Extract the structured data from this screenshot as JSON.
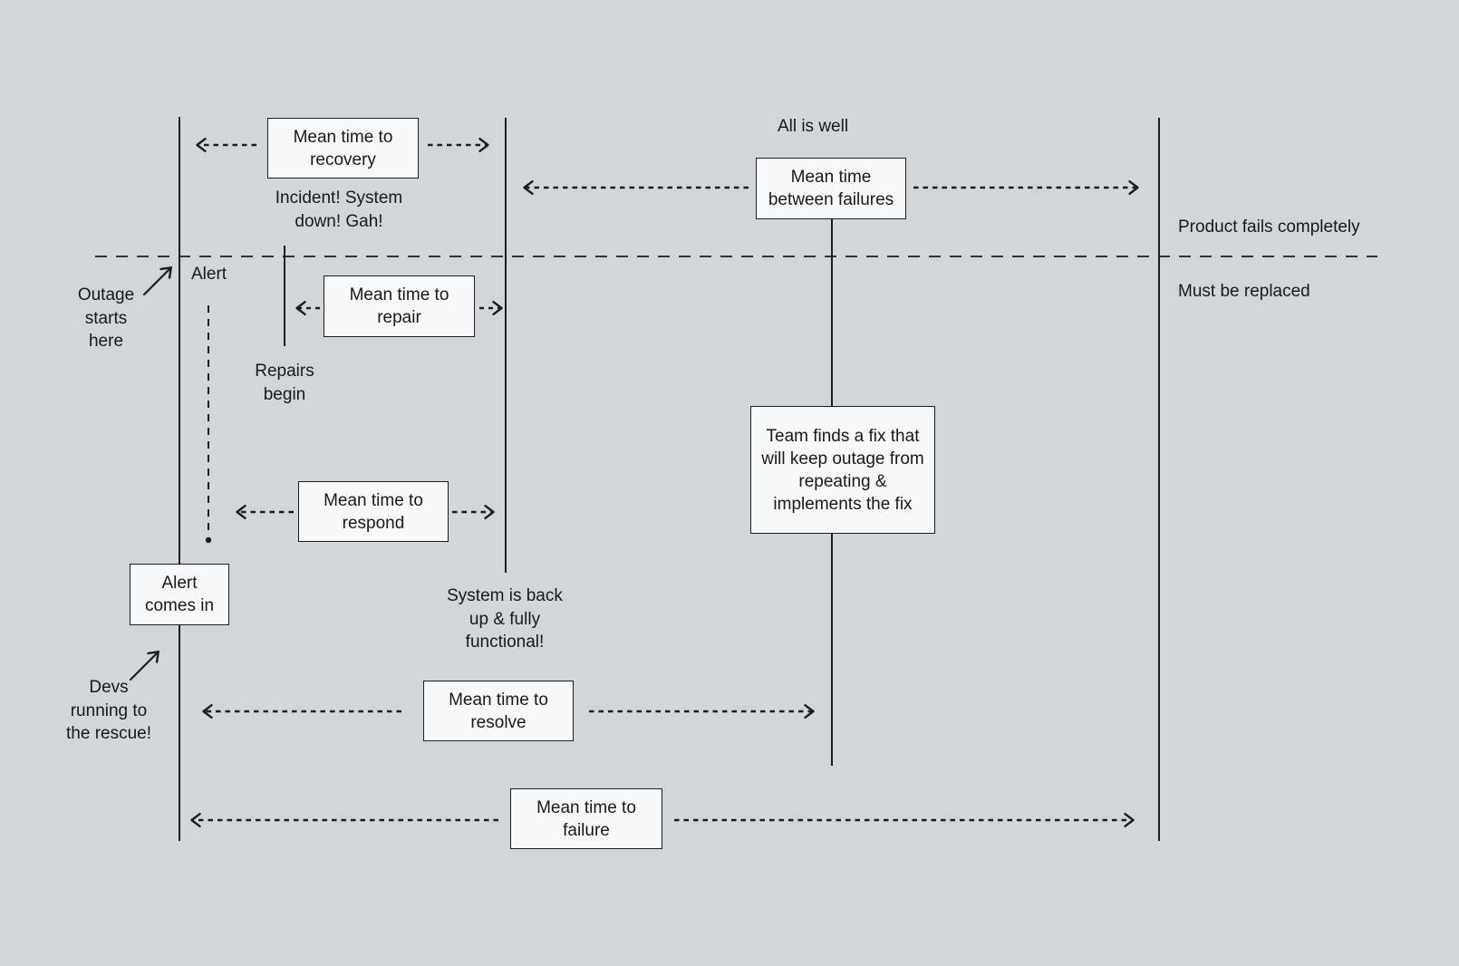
{
  "colors": {
    "background": "#d2d6d9",
    "box_fill": "#f7f8f9",
    "line": "#1b1d20",
    "text": "#17191c"
  },
  "boxes": {
    "recovery": "Mean time to\nrecovery",
    "between_failures": "Mean time\nbetween failures",
    "repair": "Mean time to\nrepair",
    "team_fix": "Team finds a fix that\nwill keep outage from\nrepeating &\nimplements the fix",
    "respond": "Mean time to\nrespond",
    "alert_comes_in": "Alert\ncomes in",
    "resolve": "Mean time to\nresolve",
    "failure": "Mean time to\nfailure"
  },
  "annotations": {
    "all_is_well": "All is well",
    "incident": "Incident! System\ndown! Gah!",
    "product_fails": "Product fails completely",
    "must_be_replaced": "Must be replaced",
    "alert": "Alert",
    "outage": "Outage\nstarts\nhere",
    "repairs_begin": "Repairs\nbegin",
    "system_back": "System is back\nup & fully\nfunctional!",
    "devs_rescue": "Devs\nrunning to\nthe rescue!"
  }
}
